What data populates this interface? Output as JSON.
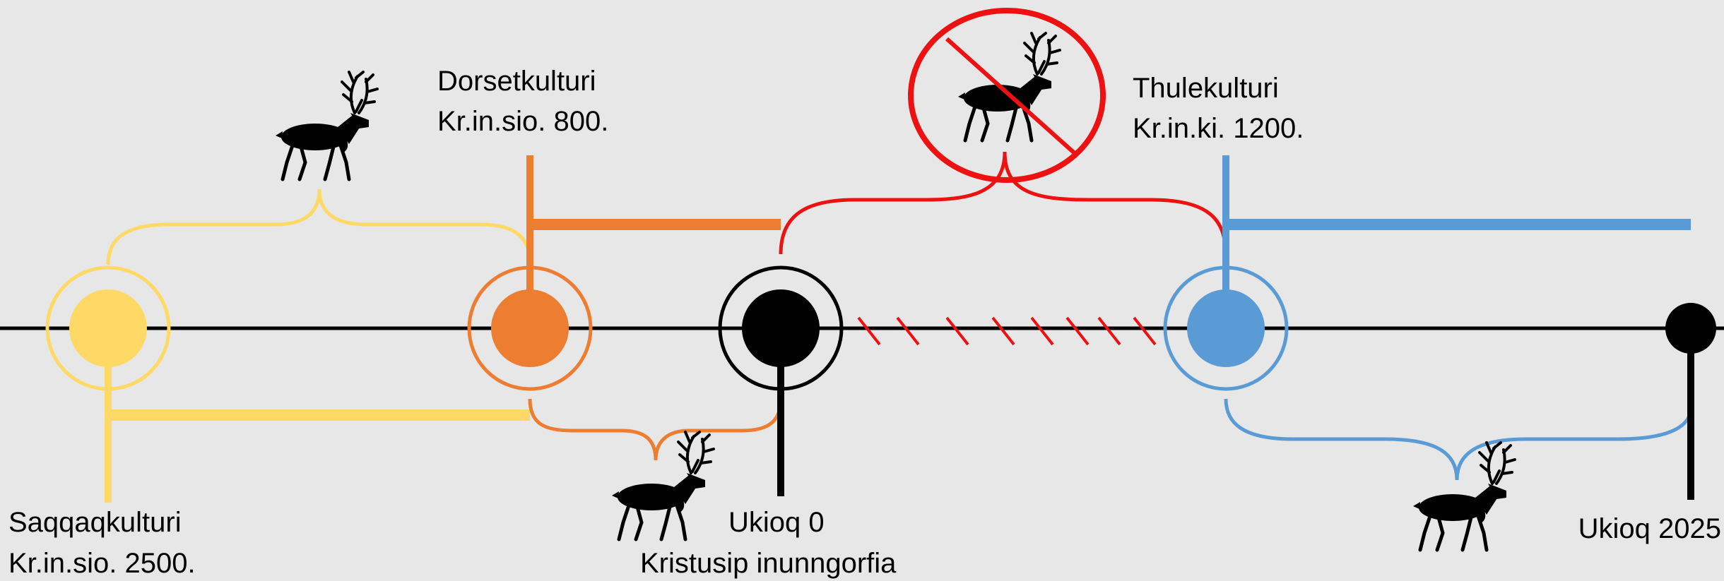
{
  "cultures": [
    {
      "name": "Saqqaqkulturi",
      "date": "Kr.in.sio. 2500.",
      "color": "#ffd966"
    },
    {
      "name": "Dorsetkulturi",
      "date": "Kr.in.sio. 800.",
      "color": "#ed7d31"
    },
    {
      "name": "Thulekulturi",
      "date": "Kr.in.ki. 1200.",
      "color": "#5b9bd5"
    }
  ],
  "markers": {
    "year_zero": {
      "title": "Ukioq 0",
      "subtitle": "Kristusip inunngorfia",
      "color": "#000000"
    },
    "year_2025": {
      "title": "Ukioq 2025",
      "color": "#000000"
    }
  },
  "icons": {
    "reindeer": "reindeer-icon",
    "no_reindeer": "no-reindeer-icon"
  },
  "colors": {
    "background": "#e7e7e7",
    "timeline": "#000000",
    "no_reindeer": "#ee1111"
  }
}
